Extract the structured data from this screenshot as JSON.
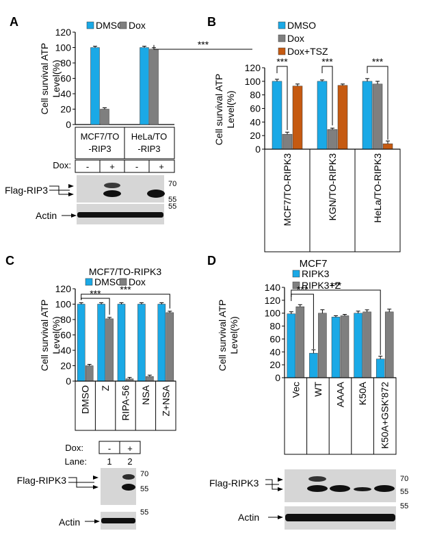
{
  "colors": {
    "blue": "#1aa9e6",
    "gray": "#7f7f7f",
    "orange": "#c55a11",
    "blot": "#d2d2d2",
    "band": "#101010"
  },
  "panels": {
    "A": {
      "label": "A",
      "ylabel1": "Cell survival ATP",
      "ylabel2": "Level(%)",
      "legend": [
        "DMSO",
        "Dox"
      ],
      "sig": "***",
      "cells": [
        "MCF7/TO",
        "-RIP3",
        "HeLa/TO",
        "-RIP3"
      ],
      "dox_label": "Dox:",
      "dox": [
        "-",
        "+",
        "-",
        "+"
      ],
      "blot1_label": "Flag-RIP3",
      "blot2_label": "Actin",
      "mw": [
        "70",
        "55",
        "55"
      ]
    },
    "B": {
      "label": "B",
      "ylabel1": "Cell survival ATP",
      "ylabel2": "Level(%)",
      "legend": [
        "DMSO",
        "Dox",
        "Dox+TSZ"
      ],
      "sig": [
        "***",
        "***",
        "***"
      ],
      "categories": [
        "MCF7/TO-RIPK3",
        "KGN/TO-RIPK3",
        "HeLa/TO-RIPK3"
      ]
    },
    "C": {
      "label": "C",
      "title": "MCF7/TO-RIPK3",
      "ylabel1": "Cell survival ATP",
      "ylabel2": "Level(%)",
      "legend": [
        "DMSO",
        "Dox"
      ],
      "sig": [
        "***",
        "***"
      ],
      "categories": [
        "DMSO",
        "Z",
        "RIPA-56",
        "NSA",
        "Z+NSA"
      ],
      "dox_label": "Dox:",
      "dox": [
        "-",
        "+"
      ],
      "lane_label": "Lane:",
      "lanes": [
        "1",
        "2"
      ],
      "blot1_label": "Flag-RIPK3",
      "blot2_label": "Actin",
      "mw": [
        "70",
        "55",
        "55"
      ]
    },
    "D": {
      "label": "D",
      "title": "MCF7",
      "ylabel1": "Cell survival ATP",
      "ylabel2": "Level(%)",
      "legend": [
        "RIPK3",
        "RIPK3+Z"
      ],
      "sig": [
        "***",
        "***"
      ],
      "categories": [
        "Vec",
        "WT",
        "AAAA",
        "K50A",
        "K50A+GSK'872"
      ],
      "blot1_label": "Flag-RIPK3",
      "blot2_label": "Actin",
      "mw": [
        "70",
        "55",
        "55"
      ]
    }
  },
  "chart_data": [
    {
      "type": "bar",
      "panel": "A",
      "categories": [
        "MCF7/TO-RIP3",
        "HeLa/TO-RIP3"
      ],
      "series": [
        {
          "name": "DMSO",
          "values": [
            100,
            100
          ]
        },
        {
          "name": "Dox",
          "values": [
            20,
            98
          ]
        }
      ],
      "ylim": [
        0,
        120
      ],
      "yticks": [
        0,
        20,
        40,
        60,
        80,
        100,
        120
      ]
    },
    {
      "type": "bar",
      "panel": "B",
      "categories": [
        "MCF7/TO-RIPK3",
        "KGN/TO-RIPK3",
        "HeLa/TO-RIPK3"
      ],
      "series": [
        {
          "name": "DMSO",
          "values": [
            100,
            100,
            100
          ]
        },
        {
          "name": "Dox",
          "values": [
            22,
            29,
            96
          ]
        },
        {
          "name": "Dox+TSZ",
          "values": [
            93,
            94,
            8
          ]
        }
      ],
      "ylim": [
        0,
        120
      ],
      "yticks": [
        0,
        20,
        40,
        60,
        80,
        100,
        120
      ]
    },
    {
      "type": "bar",
      "panel": "C",
      "categories": [
        "DMSO",
        "Z",
        "RIPA-56",
        "NSA",
        "Z+NSA"
      ],
      "series": [
        {
          "name": "DMSO",
          "values": [
            100,
            100,
            100,
            100,
            100
          ]
        },
        {
          "name": "Dox",
          "values": [
            20,
            81,
            3,
            6,
            89
          ]
        }
      ],
      "ylim": [
        0,
        120
      ],
      "yticks": [
        0,
        20,
        40,
        60,
        80,
        100,
        120
      ]
    },
    {
      "type": "bar",
      "panel": "D",
      "categories": [
        "Vec",
        "WT",
        "AAAA",
        "K50A",
        "K50A+GSK'872"
      ],
      "series": [
        {
          "name": "RIPK3",
          "values": [
            99,
            38,
            94,
            100,
            29
          ]
        },
        {
          "name": "RIPK3+Z",
          "values": [
            110,
            100,
            96,
            102,
            102
          ]
        }
      ],
      "ylim": [
        0,
        140
      ],
      "yticks": [
        0,
        20,
        40,
        60,
        80,
        100,
        120,
        140
      ]
    }
  ]
}
